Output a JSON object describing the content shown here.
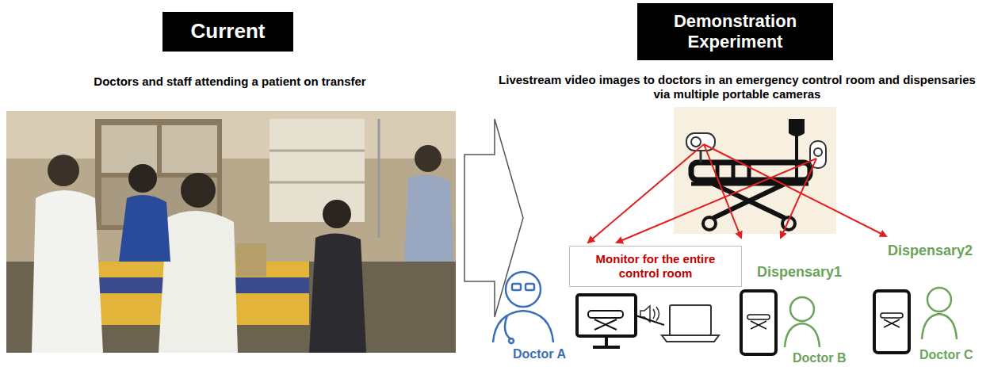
{
  "diagram": {
    "nodes": [
      {
        "text": [
          "Current"
        ]
      },
      {
        "text": [
          "Demonstration Experiment"
        ]
      },
      {
        "text": [
          "Monitor for the entire control room"
        ]
      }
    ],
    "labels": [
      "Doctors and staff attending a patient on transfer",
      "Livestream video images to doctors in an emergency control room and dispensaries via multiple portable cameras",
      "Dispensary1",
      "Dispensary2",
      "Doctor A",
      "Doctor B",
      "Doctor C"
    ]
  }
}
